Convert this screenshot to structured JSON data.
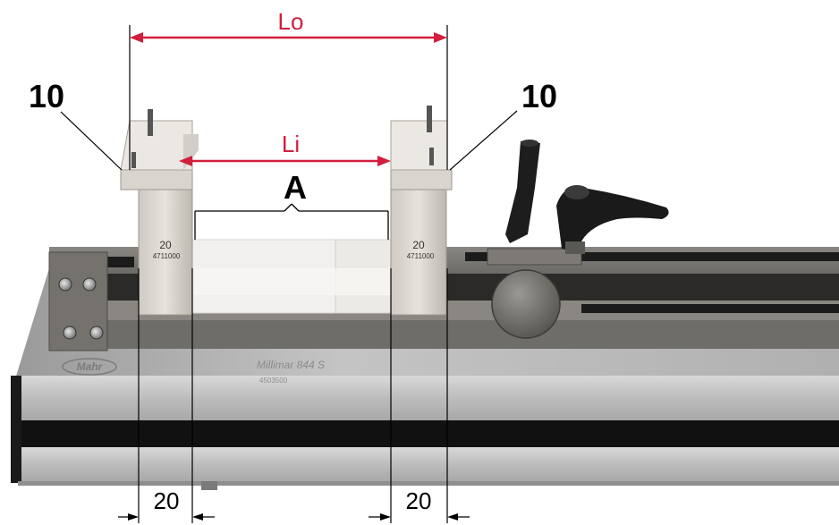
{
  "labels": {
    "lo": "Lo",
    "li": "Li",
    "a": "A",
    "callout_left": "10",
    "callout_right": "10",
    "dim_left": "20",
    "dim_right": "20"
  },
  "block_left": {
    "size": "20",
    "serial": "4711000"
  },
  "block_right": {
    "size": "20",
    "serial": "4711000"
  },
  "brand": {
    "logo": "Mahr",
    "model": "Millimar 844 S",
    "code": "4503500"
  },
  "colors": {
    "dimension": "#d21f3c",
    "extension_line": "#000000"
  }
}
